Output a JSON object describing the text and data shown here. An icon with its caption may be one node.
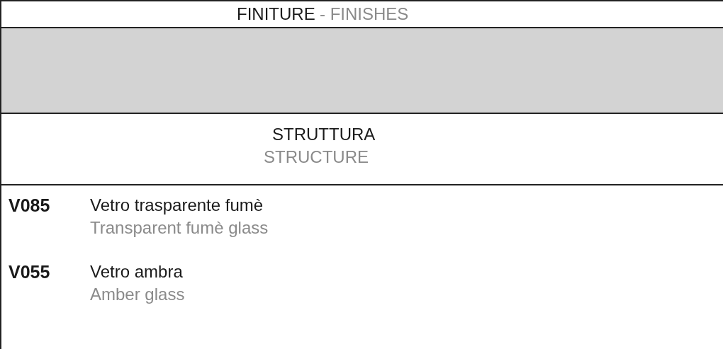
{
  "diagram": {
    "nodes": [
      {
        "text": [],
        "shape": "bar"
      }
    ],
    "labels": [
      "FINITURE",
      "- FINISHES",
      "STRUTTURA",
      "STRUCTURE",
      "V085",
      "Vetro trasparente fumè",
      "Transparent fumè glass",
      "V055",
      "Vetro ambra",
      "Amber glass"
    ]
  }
}
